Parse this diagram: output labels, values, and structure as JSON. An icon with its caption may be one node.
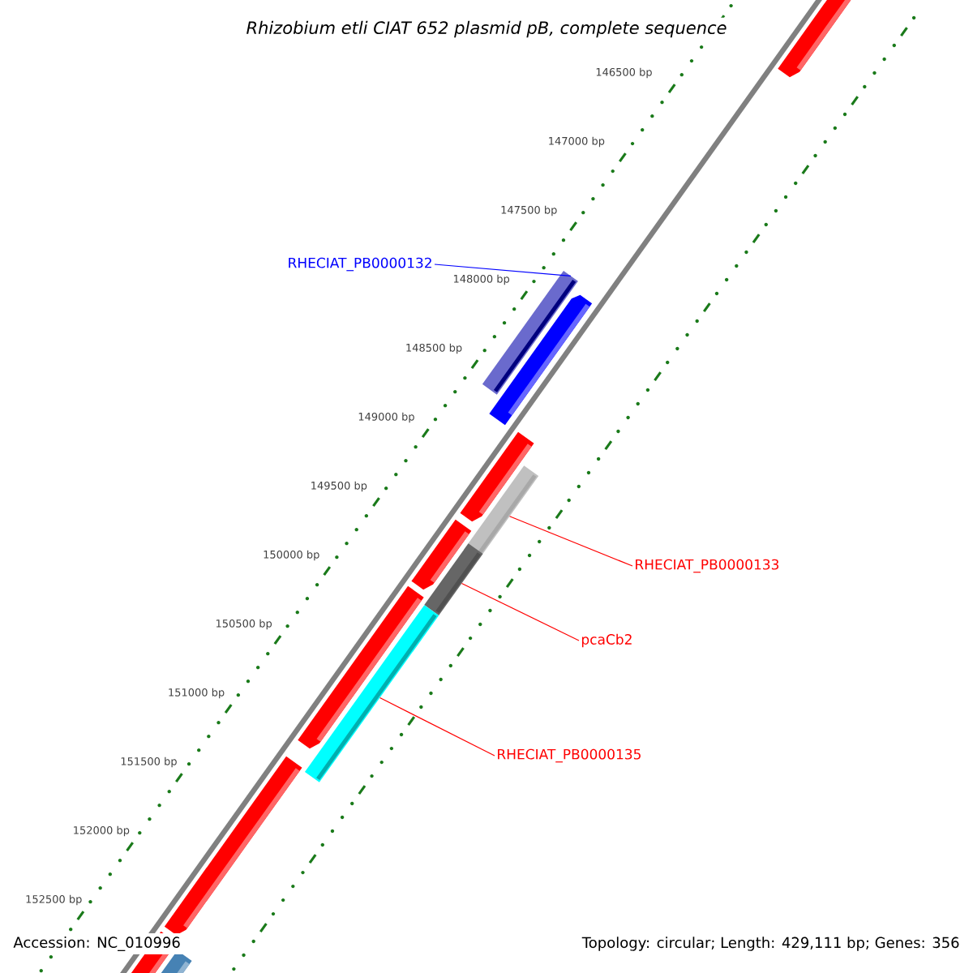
{
  "diagram": {
    "title": "Rhizobium etli CIAT 652 plasmid pB, complete sequence",
    "nodes": [
      {
        "text": [
          "RHECIAT_PB0000132"
        ]
      },
      {
        "text": [],
        "shape": "bar"
      },
      {
        "text": [
          "RHECIAT_PB0000133"
        ]
      },
      {
        "text": [],
        "shape": "bar"
      },
      {
        "text": [
          "pcaCb2"
        ]
      },
      {
        "text": [],
        "shape": "bar"
      },
      {
        "text": [
          "RHECIAT_PB0000135"
        ]
      },
      {
        "text": [],
        "shape": "bar"
      }
    ],
    "edges": [
      {
        "from": 0,
        "to": 1,
        "arrow": "none",
        "color": "#0000ff"
      },
      {
        "from": 2,
        "to": 3,
        "arrow": "none"
      },
      {
        "from": 4,
        "to": 5,
        "arrow": "none"
      },
      {
        "from": 6,
        "to": 7,
        "arrow": "none"
      }
    ],
    "labels": [
      "146500 bp",
      "147000 bp",
      "147500 bp",
      "148000 bp",
      "148500 bp",
      "149000 bp",
      "149500 bp",
      "150000 bp",
      "150500 bp",
      "151000 bp",
      "151500 bp",
      "152000 bp",
      "152500 bp",
      "Accession: NC_010996",
      "Topology: circular; Length: 429,111 bp; Genes: 356"
    ]
  }
}
